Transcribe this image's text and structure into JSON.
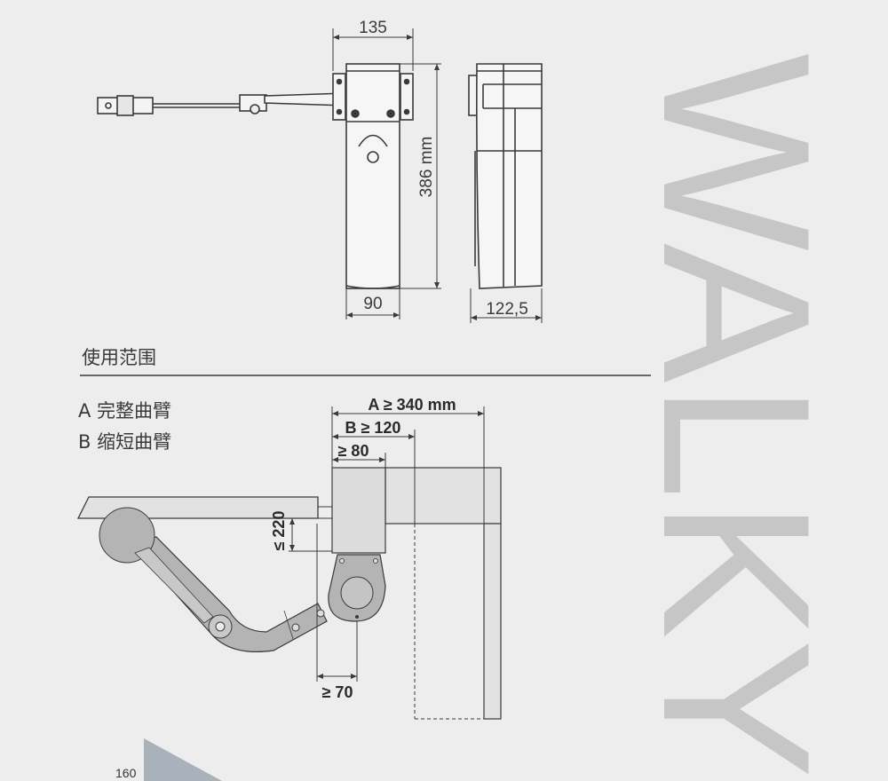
{
  "top_drawing": {
    "dim_top_width": "135",
    "dim_height": "386 mm",
    "dim_bottom_width": "90",
    "dim_side_width": "122,5"
  },
  "section": {
    "title": "使用范围",
    "legend_a": "A 完整曲臂",
    "legend_b": "B 缩短曲臂"
  },
  "install_drawing": {
    "dim_a": "A ≥ 340 mm",
    "dim_b": "B ≥ 120",
    "dim_80": "≥ 80",
    "dim_220": "≤ 220",
    "dim_70": "≥ 70"
  },
  "watermark": "WALKY",
  "page_number": "160",
  "colors": {
    "background": "#ededed",
    "line": "#3a3a3a",
    "arm_fill": "#b4b4b4",
    "box_fill": "#dcdcdc",
    "watermark": "#c6c6c6",
    "corner_tab": "#a9b2ba"
  }
}
